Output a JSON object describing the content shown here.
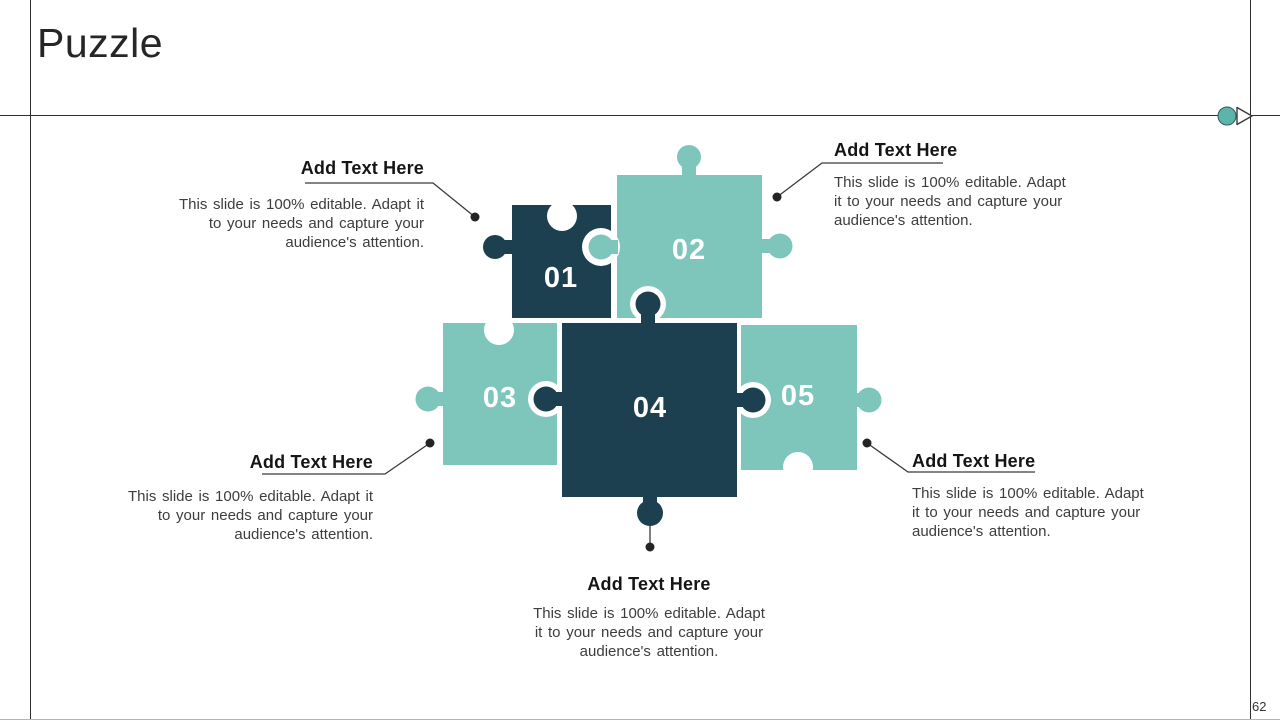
{
  "slide": {
    "title": "Puzzle",
    "page_number": "62"
  },
  "colors": {
    "dark": "#1d4050",
    "teal": "#7ec6bc",
    "marker": "#5cb4aa",
    "marker_stroke": "#2b5b5e",
    "line": "#3a3a3a",
    "dot": "#242424",
    "frame": "#2e2e2e",
    "bottom_edge": "#b5b5b5",
    "number_text": "#ffffff"
  },
  "puzzle": {
    "pieces": [
      {
        "label": "01",
        "color": "dark"
      },
      {
        "label": "02",
        "color": "teal"
      },
      {
        "label": "03",
        "color": "teal"
      },
      {
        "label": "04",
        "color": "dark"
      },
      {
        "label": "05",
        "color": "teal"
      }
    ]
  },
  "callouts": {
    "top_left": {
      "heading": "Add Text Here",
      "lines": [
        "This slide is 100% editable. Adapt it",
        "to your needs and capture your",
        "audience's attention."
      ]
    },
    "top_right": {
      "heading": "Add Text Here",
      "lines": [
        "This slide is 100% editable. Adapt",
        "it to your needs and capture your",
        "audience's attention."
      ]
    },
    "bottom_left": {
      "heading": "Add Text Here",
      "lines": [
        "This slide is 100% editable. Adapt it",
        "to your needs and capture your",
        "audience's attention."
      ]
    },
    "bottom_right": {
      "heading": "Add Text Here",
      "lines": [
        "This slide is 100% editable. Adapt",
        "it to your needs and capture your",
        "audience's attention."
      ]
    },
    "bottom_center": {
      "heading": "Add Text Here",
      "lines": [
        "This slide is 100% editable. Adapt",
        "it to your needs and capture your",
        "audience's attention."
      ]
    }
  }
}
